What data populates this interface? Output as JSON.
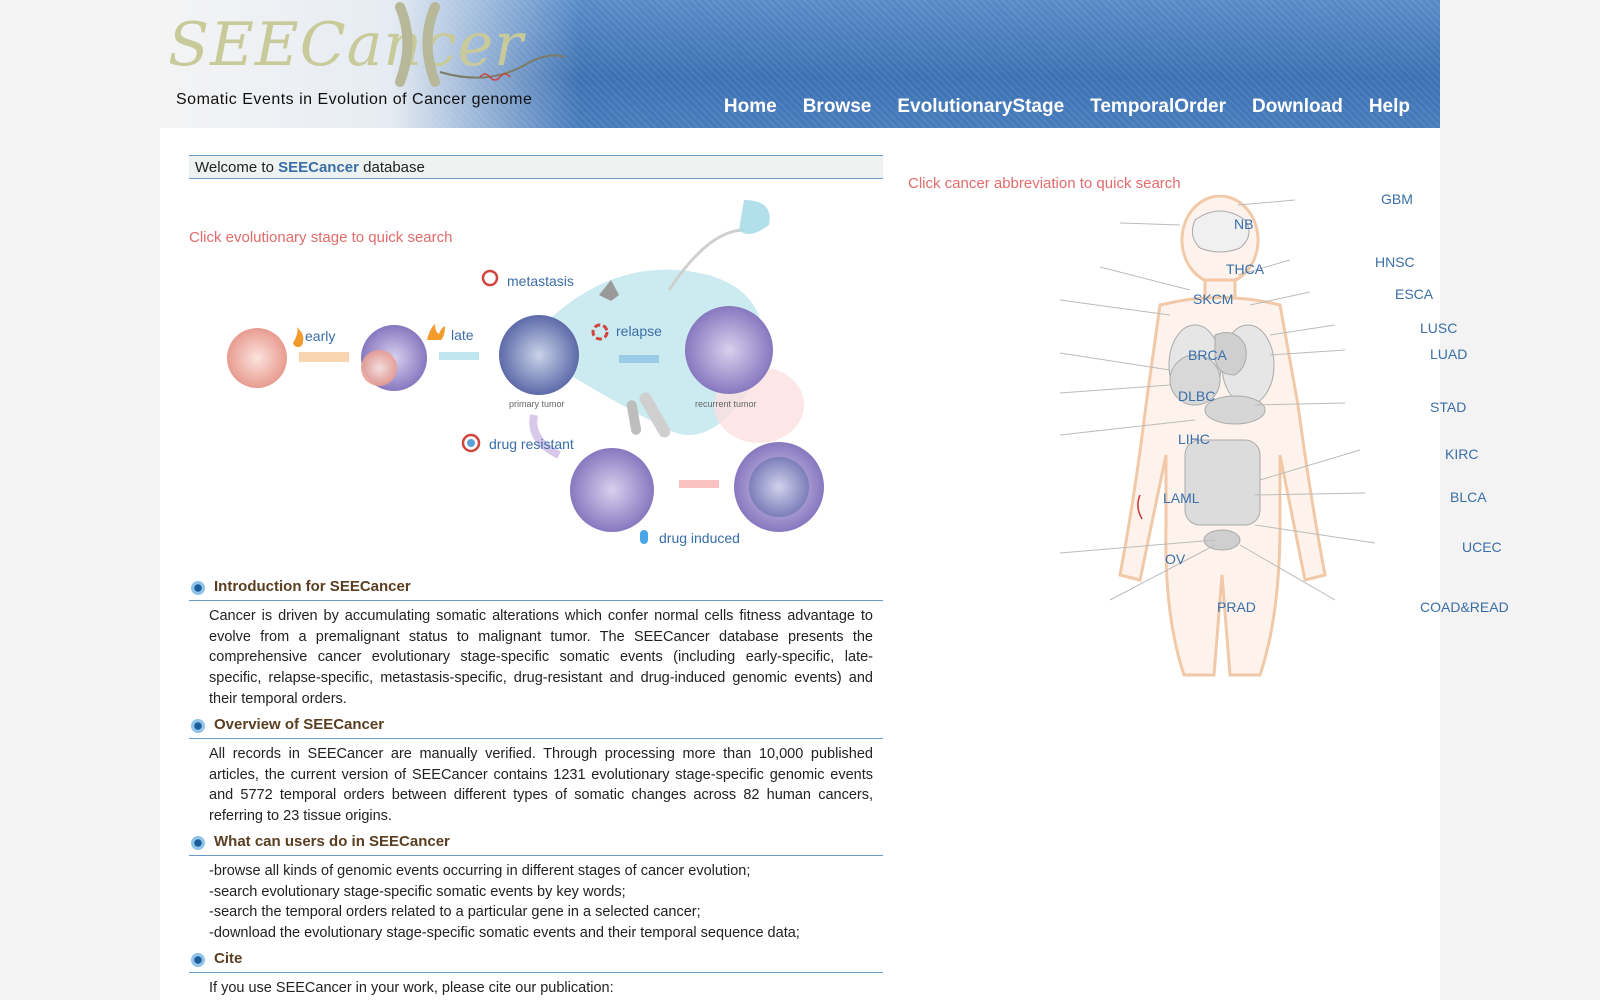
{
  "header": {
    "logo_word": "SEECancer",
    "tagline": "Somatic Events in Evolution of Cancer genome",
    "nav": [
      "Home",
      "Browse",
      "EvolutionaryStage",
      "TemporalOrder",
      "Download",
      "Help"
    ]
  },
  "welcome": {
    "prefix": "Welcome to",
    "brand": "SEECancer",
    "suffix": "database"
  },
  "hints": {
    "stage": "Click evolutionary stage to quick search",
    "cancer": "Click cancer abbreviation to quick search"
  },
  "stages": {
    "early": "early",
    "late": "late",
    "metastasis": "metastasis",
    "relapse": "relapse",
    "drug_resistant": "drug resistant",
    "drug_induced": "drug induced",
    "primary_tumor": "primary tumor",
    "recurrent_tumor": "recurrent tumor"
  },
  "sections": [
    {
      "title": "Introduction for SEECancer",
      "body": "Cancer is driven by accumulating somatic alterations which confer normal cells fitness advantage to evolve from a premalignant status to malignant tumor. The SEECancer database presents the comprehensive cancer evolutionary stage-specific somatic events (including early-specific, late-specific, relapse-specific, metastasis-specific, drug-resistant and drug-induced genomic events) and their temporal orders."
    },
    {
      "title": "Overview of SEECancer",
      "body": "All records in SEECancer are manually verified. Through processing more than 10,000 published articles, the current version of SEECancer contains 1231 evolutionary stage-specific genomic events and 5772 temporal orders between different types of somatic changes across 82 human cancers, referring to 23 tissue origins."
    },
    {
      "title": "What can users do in SEECancer",
      "items": [
        "-browse all kinds of genomic events occurring in different stages of cancer evolution;",
        "-search evolutionary stage-specific somatic events by key words;",
        "-search the temporal orders related to a particular gene in a selected cancer;",
        "-download the evolutionary stage-specific somatic events and their temporal sequence data;"
      ]
    },
    {
      "title": "Cite",
      "body": "If you use SEECancer in your work, please cite our publication:"
    }
  ],
  "cancers": {
    "GBM": "GBM",
    "NB": "NB",
    "HNSC": "HNSC",
    "THCA": "THCA",
    "ESCA": "ESCA",
    "SKCM": "SKCM",
    "LUSC": "LUSC",
    "LUAD": "LUAD",
    "BRCA": "BRCA",
    "DLBC": "DLBC",
    "STAD": "STAD",
    "LIHC": "LIHC",
    "KIRC": "KIRC",
    "LAML": "LAML",
    "BLCA": "BLCA",
    "UCEC": "UCEC",
    "OV": "OV",
    "PRAD": "PRAD",
    "COADREAD": "COAD&READ"
  },
  "colors": {
    "accent": "#3a6ea8",
    "hint": "#e26b6b",
    "header": "#4a7fc0",
    "section_title": "#5a3e22"
  }
}
